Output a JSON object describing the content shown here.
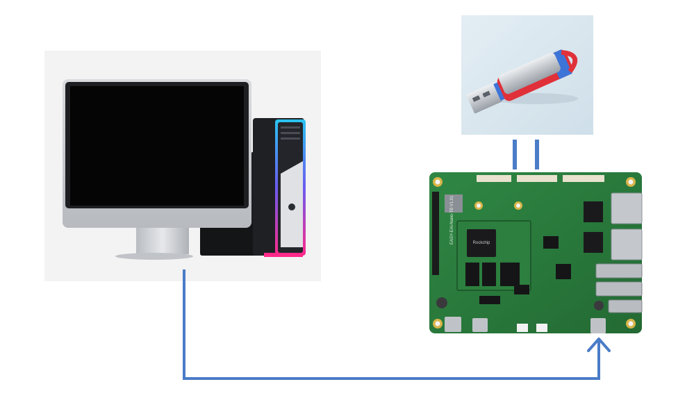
{
  "diagram": {
    "nodes": [
      {
        "id": "computer",
        "kind": "desktop-computer-photo"
      },
      {
        "id": "usb-drive",
        "kind": "usb-flash-drive-photo"
      },
      {
        "id": "dev-board",
        "kind": "embedded-development-board-photo",
        "silkscreen_text": [
          "EASY-EAI-Nano-TB V1.01",
          "Rockchip"
        ]
      }
    ],
    "edges": [
      {
        "from": "computer",
        "to": "dev-board",
        "style": "arrow",
        "label": ""
      },
      {
        "from": "usb-drive",
        "to": "dev-board",
        "style": "double-line",
        "label": ""
      }
    ],
    "colors": {
      "connector": "#4a7cc7",
      "pcb": "#2b7a3c",
      "usb_red": "#e0313a",
      "usb_blue": "#3c74d8",
      "usb_metal": "#c8cdd3",
      "usb_bg": "#dce8f0",
      "monitor_frame": "#c9cbcf",
      "monitor_screen": "#050505"
    }
  }
}
